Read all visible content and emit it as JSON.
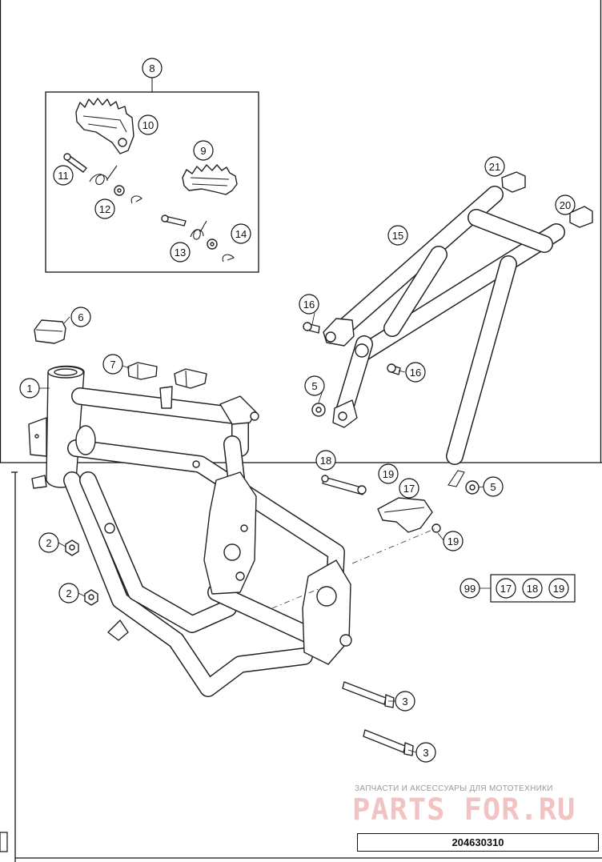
{
  "callouts": {
    "c1": "1",
    "c2a": "2",
    "c2b": "2",
    "c3a": "3",
    "c3b": "3",
    "c5a": "5",
    "c5b": "5",
    "c6": "6",
    "c7": "7",
    "c8": "8",
    "c9": "9",
    "c10": "10",
    "c11": "11",
    "c12": "12",
    "c13": "13",
    "c14": "14",
    "c15": "15",
    "c16a": "16",
    "c16b": "16",
    "c17": "17",
    "c18": "18",
    "c19a": "19",
    "c19b": "19",
    "c20": "20",
    "c21": "21",
    "c99": "99",
    "kit17": "17",
    "kit18": "18",
    "kit19": "19"
  },
  "watermark": {
    "subtitle": "ЗАПЧАСТИ И АКСЕССУАРЫ ДЛЯ МОТОТЕХНИКИ",
    "logo": "PARTS FOR.RU"
  },
  "footer": {
    "part_number": "204630310"
  }
}
